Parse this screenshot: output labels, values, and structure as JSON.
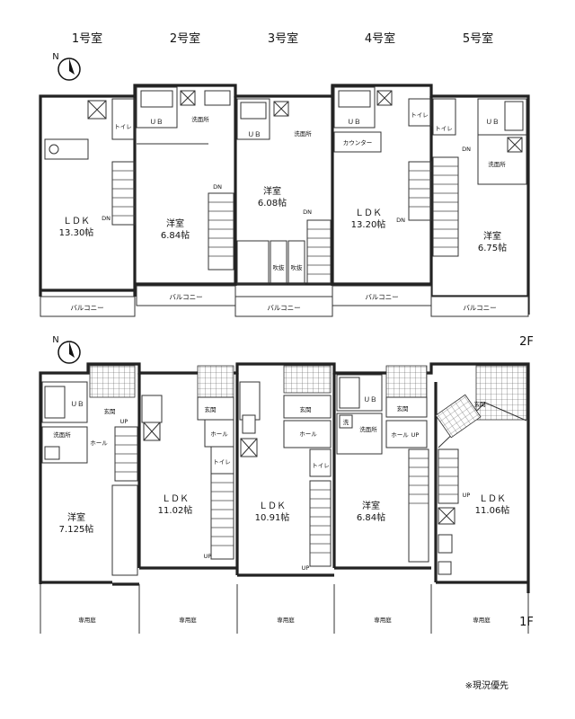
{
  "units": [
    "1号室",
    "2号室",
    "3号室",
    "4号室",
    "5号室"
  ],
  "floors": {
    "upper": "2F",
    "lower": "1F"
  },
  "note": "※現況優先",
  "labels": {
    "ub": "ＵＢ",
    "toilet": "トイレ",
    "wash": "洗",
    "washroom": "洗面所",
    "counter": "カウンター",
    "balcony": "バルコニー",
    "fukinuke": "吹抜",
    "genkan": "玄関",
    "hall": "ホール",
    "dn": "DN",
    "up": "UP",
    "garden": "専用庭"
  },
  "rooms_2f": [
    {
      "name": "ＬＤＫ",
      "size": "13.30帖"
    },
    {
      "name": "洋室",
      "size": "6.84帖"
    },
    {
      "name": "洋室",
      "size": "6.08帖"
    },
    {
      "name": "ＬＤＫ",
      "size": "13.20帖"
    },
    {
      "name": "洋室",
      "size": "6.75帖"
    }
  ],
  "rooms_1f": [
    {
      "name": "洋室",
      "size": "7.125帖"
    },
    {
      "name": "ＬＤＫ",
      "size": "11.02帖"
    },
    {
      "name": "ＬＤＫ",
      "size": "10.91帖"
    },
    {
      "name": "洋室",
      "size": "6.84帖"
    },
    {
      "name": "ＬＤＫ",
      "size": "11.06帖"
    }
  ],
  "north_marker": "N"
}
